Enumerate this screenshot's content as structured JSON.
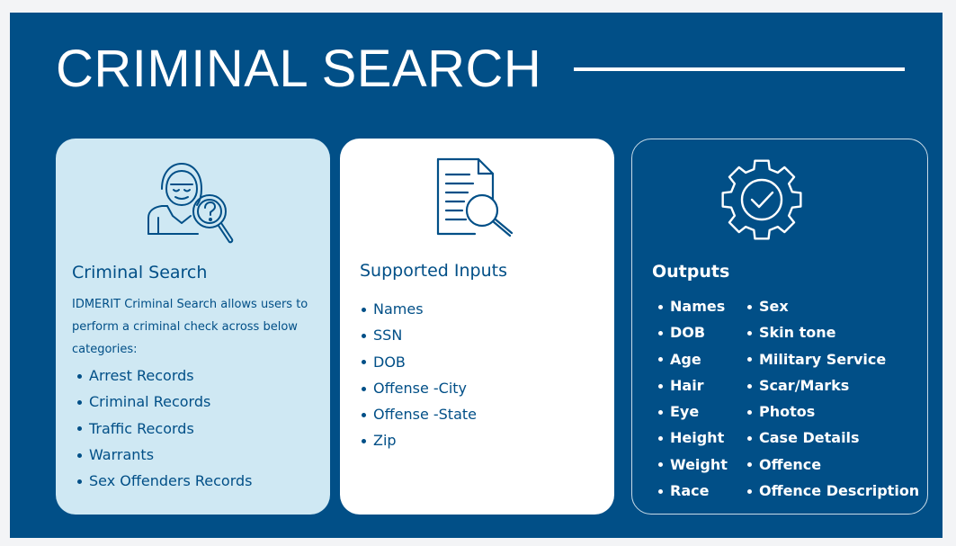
{
  "header": {
    "title": "CRIMINAL SEARCH"
  },
  "cards": {
    "criminal_search": {
      "icon": "hooded-person-magnifier-icon",
      "heading": "Criminal Search",
      "description": "IDMERIT Criminal Search allows users to perform a criminal check across below categories:",
      "items": [
        "Arrest Records",
        "Criminal Records",
        "Traffic Records",
        "Warrants",
        "Sex Offenders Records"
      ]
    },
    "supported_inputs": {
      "icon": "document-search-icon",
      "heading": "Supported Inputs",
      "items": [
        "Names",
        "SSN",
        "DOB",
        "Offense -City",
        "Offense -State",
        "Zip"
      ]
    },
    "outputs": {
      "icon": "gear-check-icon",
      "heading": "Outputs",
      "column_a": [
        "Names",
        "DOB",
        "Age",
        "Hair",
        "Eye",
        "Height",
        "Weight",
        "Race"
      ],
      "column_b": [
        "Sex",
        "Skin tone",
        "Military Service",
        "Scar/Marks",
        "Photos",
        "Case Details",
        "Offence",
        "Offence Description"
      ]
    }
  },
  "colors": {
    "background": "#014f87",
    "card_light": "#cfe8f3",
    "card_white": "#ffffff",
    "text_dark": "#014f87",
    "text_light": "#ffffff"
  }
}
